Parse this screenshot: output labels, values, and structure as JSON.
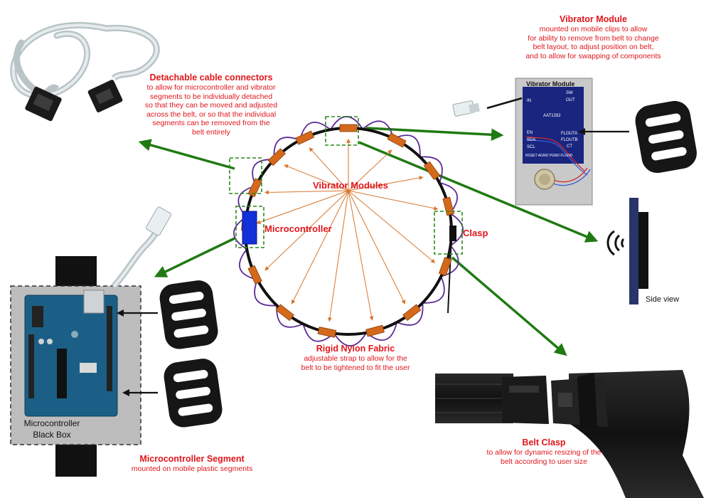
{
  "labels": {
    "cable_title": "Detachable cable connectors",
    "cable_desc_1": "to allow for microcontroller and vibrator",
    "cable_desc_2": "segments to be individually detached",
    "cable_desc_3": "so that they can be moved and adjusted",
    "cable_desc_4": "across the belt, or so that the individual",
    "cable_desc_5": "segments can be removed from the",
    "cable_desc_6": "belt entirely",
    "vib_title": "Vibrator Module",
    "vib_desc_1": "mounted on mobile clips to allow",
    "vib_desc_2": "for ability to remove from belt to change",
    "vib_desc_3": "belt layout, to adjust position on belt,",
    "vib_desc_4": "and to allow for swapping of components",
    "vib_modules": "Vibrator Modules",
    "microcontroller": "Microcontroller",
    "clasp": "Clasp",
    "nylon_title": "Rigid Nylon Fabric",
    "nylon_desc_1": "adjustable strap to allow for the",
    "nylon_desc_2": "belt to be tightened to fit the user",
    "side_view": "Side view",
    "black_box_1": "Microcontroller",
    "black_box_2": "Black Box",
    "micro_seg_title": "Microcontroller Segment",
    "micro_seg_desc": "mounted on mobile plastic segments",
    "belt_clasp_title": "Belt Clasp",
    "belt_clasp_desc_1": "to allow for dynamic resizing of the",
    "belt_clasp_desc_2": "belt according to user size"
  },
  "module_board": {
    "title": "Vibrator Module",
    "pins": {
      "in": "IN",
      "sw": "SW",
      "out": "OUT",
      "chip": "AAT1282",
      "en": "EN",
      "sda": "SDA",
      "scl": "SCL",
      "flouta": "FLOUTA",
      "floutb": "FLOUTB",
      "ct": "CT",
      "bottom": "RSSET AGND PGND FLGND"
    }
  },
  "colors": {
    "accent_red": "#e0161b",
    "arrow_green": "#1f7a12",
    "vib_pad_orange": "#d4691b",
    "arrow_orange": "#d8762b",
    "loop_purple": "#5a2a96",
    "box_dash_green": "#2b8a1b",
    "micro_blue": "#1230d8",
    "board_blue": "#1a2580",
    "side_bar_navy": "#29346b"
  },
  "icons": [
    "ethernet-cable-icon",
    "buckle-icon",
    "arduino-board-icon",
    "vibration-waves-icon",
    "side-release-buckle-icon",
    "nylon-strap-icon"
  ]
}
